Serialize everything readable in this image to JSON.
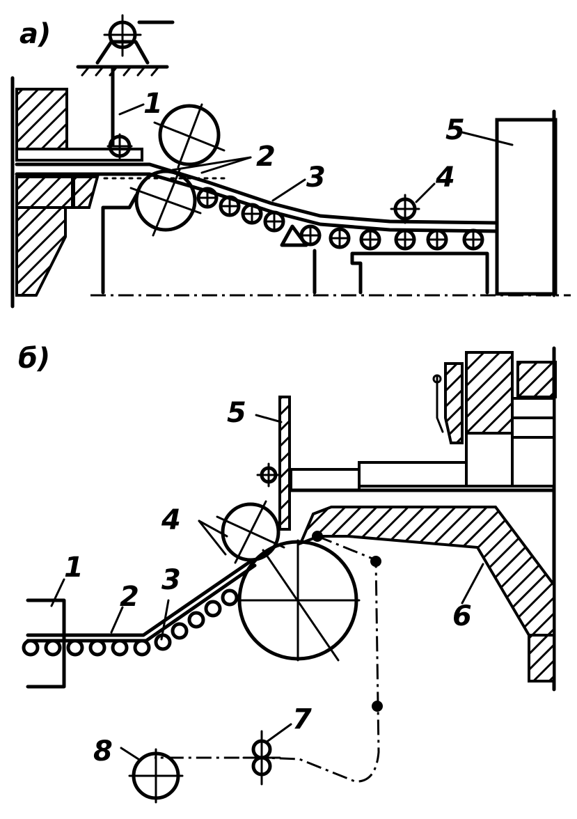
{
  "panel_a": {
    "tag": "а)",
    "labels": {
      "l1": "1",
      "l2": "2",
      "l3": "3",
      "l4": "4",
      "l5": "5"
    }
  },
  "panel_b": {
    "tag": "б)",
    "labels": {
      "l1": "1",
      "l2": "2",
      "l3": "3",
      "l4": "4",
      "l5": "5",
      "l6": "6",
      "l7": "7",
      "l8": "8"
    }
  },
  "colors": {
    "ink": "#000000",
    "paper": "#ffffff"
  }
}
